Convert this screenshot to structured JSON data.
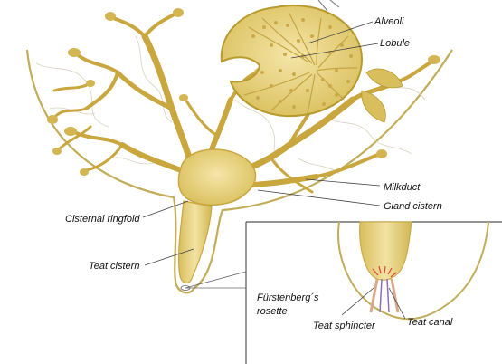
{
  "diagram": {
    "labels": {
      "alveoli": "Alveoli",
      "lobule": "Lobule",
      "milkduct": "Milkduct",
      "gland_cistern": "Gland cistern",
      "cisternal_ringfold": "Cisternal ringfold",
      "teat_cistern": "Teat cistern",
      "furstenberg_line1": "Fürstenberg´s",
      "furstenberg_line2": "rosette",
      "teat_sphincter": "Teat sphincter",
      "teat_canal": "Teat canal"
    },
    "colors": {
      "tissue_fill": "#e6cf7a",
      "tissue_stroke": "#b89a2e",
      "ducts": "#c9a63e",
      "vessels": "#cfc7b0",
      "outline": "#c2ad5a",
      "rosette_red": "#e0433a",
      "canal_purple": "#8c6fb8"
    }
  }
}
